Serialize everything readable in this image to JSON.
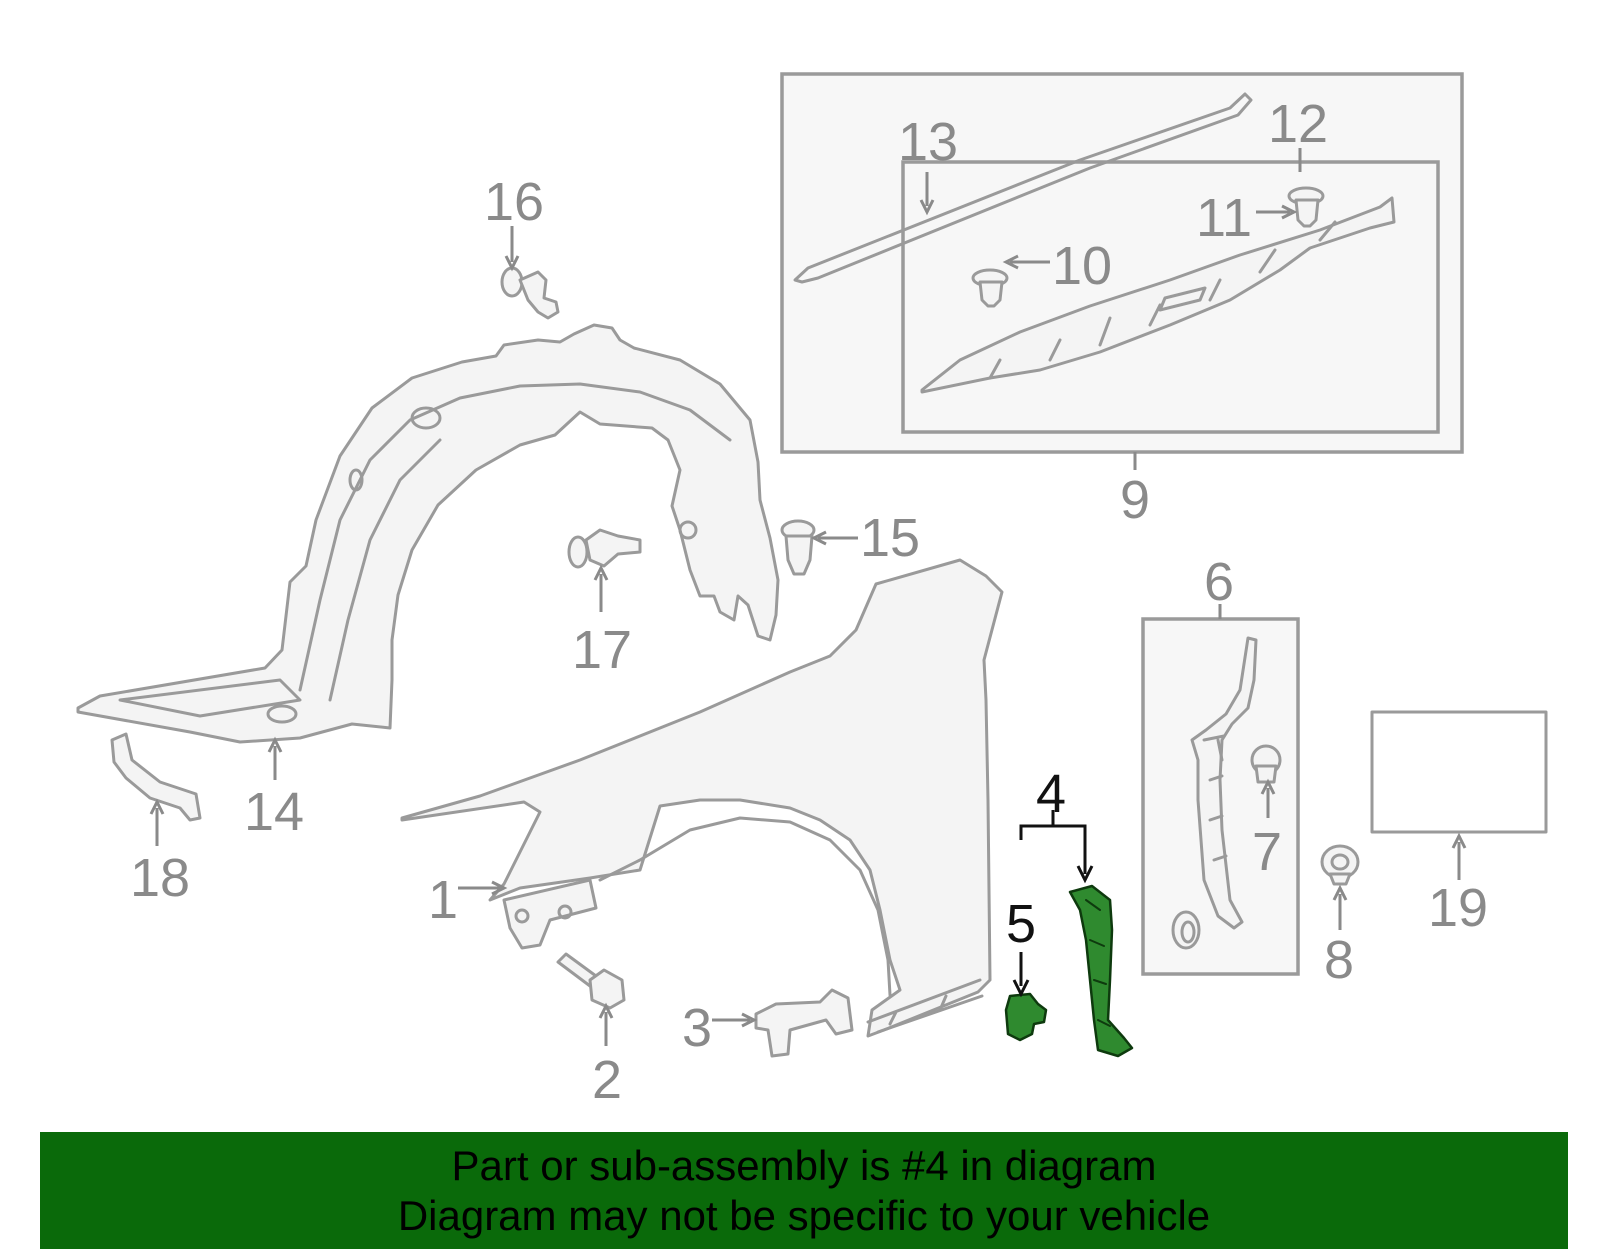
{
  "colors": {
    "highlight": "#2f8a2f",
    "banner_bg": "#0a6a0a",
    "line_gray": "#9a9a9a"
  },
  "callouts": {
    "c1": "1",
    "c2": "2",
    "c3": "3",
    "c4": "4",
    "c5": "5",
    "c6": "6",
    "c7": "7",
    "c8": "8",
    "c9": "9",
    "c10": "10",
    "c11": "11",
    "c12": "12",
    "c13": "13",
    "c14": "14",
    "c15": "15",
    "c16": "16",
    "c17": "17",
    "c18": "18",
    "c19": "19"
  },
  "banner": {
    "line1": "Part or sub-assembly is #4 in diagram",
    "line2": "Diagram may not be specific to your vehicle"
  }
}
